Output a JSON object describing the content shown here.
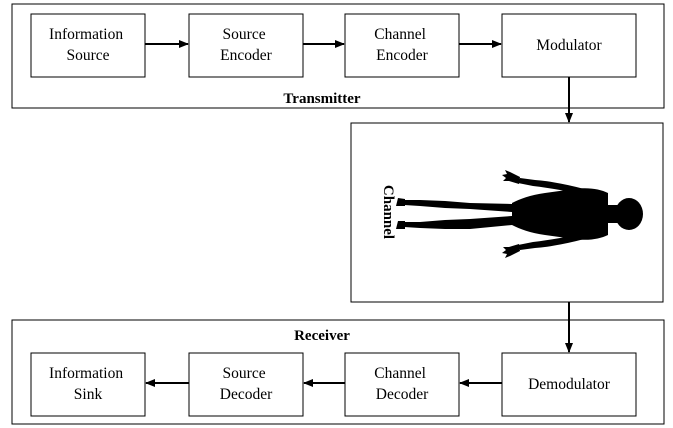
{
  "transmitter": {
    "label": "Transmitter",
    "blocks": [
      {
        "line1": "Information",
        "line2": "Source"
      },
      {
        "line1": "Source",
        "line2": "Encoder"
      },
      {
        "line1": "Channel",
        "line2": "Encoder"
      },
      {
        "line1": "Modulator"
      }
    ]
  },
  "channel": {
    "label": "Channel",
    "figure_icon": "human-body-silhouette"
  },
  "receiver": {
    "label": "Receiver",
    "blocks": [
      {
        "line1": "Information",
        "line2": "Sink"
      },
      {
        "line1": "Source",
        "line2": "Decoder"
      },
      {
        "line1": "Channel",
        "line2": "Decoder"
      },
      {
        "line1": "Demodulator"
      }
    ]
  }
}
